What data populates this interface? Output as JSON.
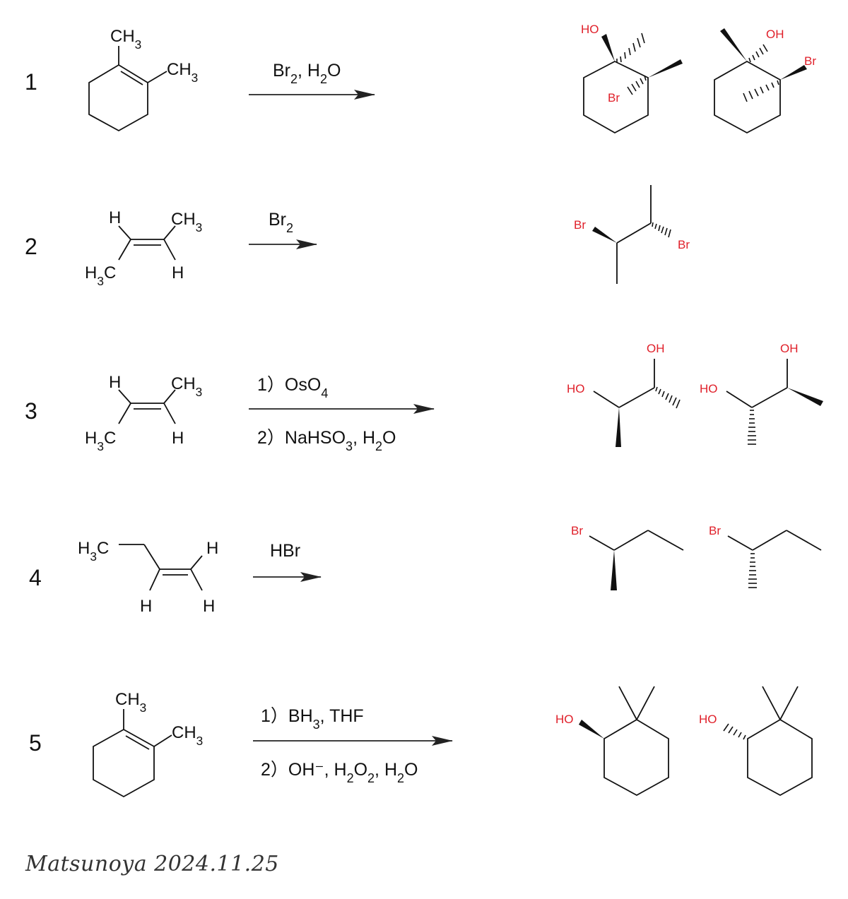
{
  "colors": {
    "ink": "#111111",
    "hetero_atom": "#e0202a",
    "background": "#ffffff"
  },
  "reactions": [
    {
      "number": "1",
      "reactant_labels": [
        "CH3",
        "CH3"
      ],
      "reagents_above": [
        "Br2, H2O"
      ],
      "reagents_below": [],
      "product_labels": [
        [
          "HO",
          "Br"
        ],
        [
          "OH",
          "Br"
        ]
      ]
    },
    {
      "number": "2",
      "reactant_labels": [
        "H",
        "CH3",
        "H3C",
        "H"
      ],
      "reagents_above": [
        "Br2"
      ],
      "reagents_below": [],
      "product_labels": [
        [
          "Br",
          "Br"
        ]
      ]
    },
    {
      "number": "3",
      "reactant_labels": [
        "H",
        "CH3",
        "H3C",
        "H"
      ],
      "reagents_above": [
        "1）OsO4"
      ],
      "reagents_below": [
        "2）NaHSO3, H2O"
      ],
      "product_labels": [
        [
          "OH",
          "HO"
        ],
        [
          "OH",
          "HO"
        ]
      ]
    },
    {
      "number": "4",
      "reactant_labels": [
        "H3C",
        "H",
        "H",
        "H"
      ],
      "reagents_above": [
        "HBr"
      ],
      "reagents_below": [],
      "product_labels": [
        [
          "Br"
        ],
        [
          "Br"
        ]
      ]
    },
    {
      "number": "5",
      "reactant_labels": [
        "CH3",
        "CH3"
      ],
      "reagents_above": [
        "1）BH3, THF"
      ],
      "reagents_below": [
        "2）OH⁻, H2O2, H2O"
      ],
      "product_labels": [
        [
          "HO"
        ],
        [
          "HO"
        ]
      ]
    }
  ],
  "signature": "Matsunoya 2024.11.25"
}
